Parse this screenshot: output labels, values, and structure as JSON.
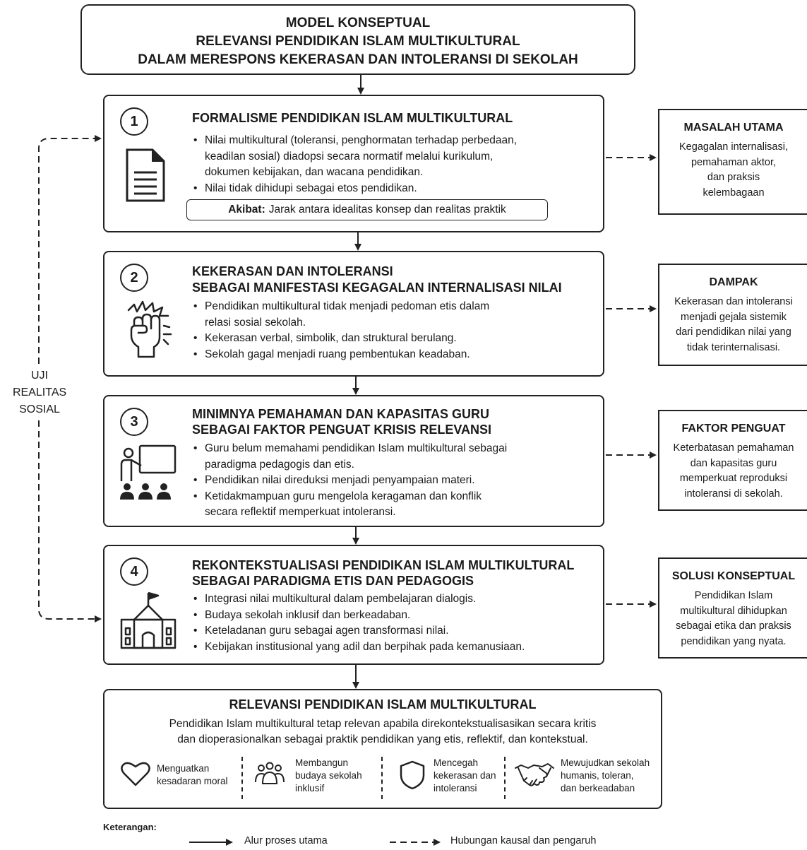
{
  "header": {
    "line1": "MODEL KONSEPTUAL",
    "line2": "RELEVANSI PENDIDIKAN ISLAM MULTIKULTURAL",
    "line3": "DALAM MERESPONS KEKERASAN DAN INTOLERANSI DI SEKOLAH"
  },
  "stages": [
    {
      "number": "1",
      "title1": "FORMALISME PENDIDIKAN ISLAM MULTIKULTURAL",
      "icon": "document-icon",
      "bullets": [
        [
          "Nilai multikultural (toleransi, penghormatan terhadap perbedaan,",
          "keadilan sosial) diadopsi secara normatif melalui kurikulum,",
          "dokumen kebijakan, dan wacana pendidikan."
        ],
        [
          "Nilai tidak dihidupi sebagai etos pendidikan."
        ]
      ],
      "result_label": "Akibat:",
      "result_text": "Jarak antara idealitas konsep dan realitas praktik"
    },
    {
      "number": "2",
      "title1": "KEKERASAN DAN INTOLERANSI",
      "title2": "SEBAGAI MANIFESTASI KEGAGALAN INTERNALISASI NILAI",
      "icon": "raised-fist-icon",
      "bullets": [
        [
          "Pendidikan multikultural tidak menjadi pedoman etis dalam",
          "relasi sosial sekolah."
        ],
        [
          "Kekerasan verbal, simbolik, dan struktural berulang."
        ],
        [
          "Sekolah gagal menjadi ruang pembentukan keadaban."
        ]
      ]
    },
    {
      "number": "3",
      "title1": "MINIMNYA PEMAHAMAN DAN KAPASITAS GURU",
      "title2": "SEBAGAI FAKTOR PENGUAT KRISIS RELEVANSI",
      "icon": "teacher-class-icon",
      "bullets": [
        [
          "Guru belum memahami pendidikan Islam multikultural sebagai",
          "paradigma pedagogis dan etis."
        ],
        [
          "Pendidikan nilai direduksi menjadi penyampaian materi."
        ],
        [
          "Ketidakmampuan guru mengelola keragaman dan konflik",
          "secara reflektif memperkuat intoleransi."
        ]
      ]
    },
    {
      "number": "4",
      "title1": "REKONTEKSTUALISASI PENDIDIKAN ISLAM MULTIKULTURAL",
      "title2": "SEBAGAI PARADIGMA ETIS DAN PEDAGOGIS",
      "icon": "school-building-icon",
      "bullets": [
        [
          "Integrasi nilai multikultural dalam pembelajaran dialogis."
        ],
        [
          "Budaya sekolah inklusif dan berkeadaban."
        ],
        [
          "Keteladanan guru sebagai agen transformasi nilai."
        ],
        [
          "Kebijakan institusional yang adil dan berpihak pada kemanusiaan."
        ]
      ]
    }
  ],
  "side_boxes": [
    {
      "title": "MASALAH UTAMA",
      "lines": [
        "Kegagalan internalisasi,",
        "pemahaman aktor,",
        "dan praksis",
        "kelembagaan"
      ]
    },
    {
      "title": "DAMPAK",
      "lines": [
        "Kekerasan dan intoleransi",
        "menjadi gejala sistemik",
        "dari pendidikan nilai yang",
        "tidak terinternalisasi."
      ]
    },
    {
      "title": "FAKTOR PENGUAT",
      "lines": [
        "Keterbatasan pemahaman",
        "dan kapasitas guru",
        "memperkuat reproduksi",
        "intoleransi di sekolah."
      ]
    },
    {
      "title": "SOLUSI KONSEPTUAL",
      "lines": [
        "Pendidikan Islam",
        "multikultural dihidupkan",
        "sebagai etika dan praksis",
        "pendidikan yang nyata."
      ]
    }
  ],
  "loop_label": [
    "UJI",
    "REALITAS",
    "SOSIAL"
  ],
  "final": {
    "title": "RELEVANSI PENDIDIKAN ISLAM MULTIKULTURAL",
    "desc1": "Pendidikan Islam multikultural tetap relevan apabila direkontekstualisasikan secara kritis",
    "desc2": "dan dioperasionalkan sebagai praktik pendidikan yang etis, reflektif, dan kontekstual.",
    "benefits": [
      {
        "icon": "heart-icon",
        "lines": [
          "Menguatkan",
          "kesadaran moral"
        ]
      },
      {
        "icon": "people-group-icon",
        "lines": [
          "Membangun",
          "budaya sekolah",
          "inklusif"
        ]
      },
      {
        "icon": "shield-icon",
        "lines": [
          "Mencegah",
          "kekerasan dan",
          "intoleransi"
        ]
      },
      {
        "icon": "handshake-icon",
        "lines": [
          "Mewujudkan sekolah",
          "humanis, toleran,",
          "dan berkeadaban"
        ]
      }
    ]
  },
  "legend": {
    "title": "Keterangan:",
    "solid": "Alur proses utama",
    "dashed": "Hubungan kausal dan pengaruh"
  }
}
